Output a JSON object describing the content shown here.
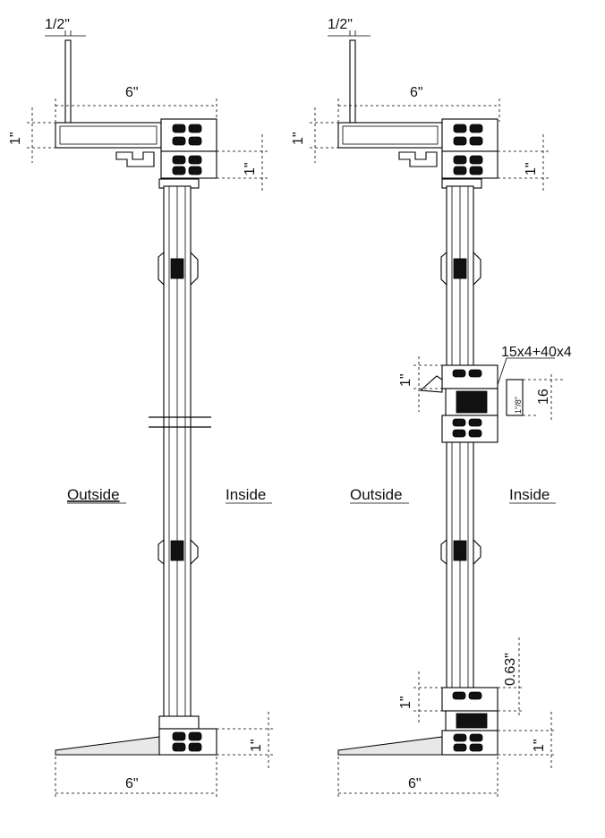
{
  "left": {
    "top_gap": "1/2\"",
    "top_width": "6\"",
    "top_height": "1\"",
    "top_rail": "1\"",
    "bottom_rail": "1\"",
    "bottom_width": "6\"",
    "outside_label": "Outside",
    "inside_label": "Inside"
  },
  "right": {
    "top_gap": "1/2\"",
    "top_width": "6\"",
    "top_height": "1\"",
    "top_rail": "1\"",
    "mid_profile": "15x4+40x4",
    "mid_height": "1\"",
    "mid_16": "16",
    "mid_small": "1\"/8\"",
    "low_height": "1\"",
    "low_offset": "0.63\"",
    "bottom_rail": "1\"",
    "bottom_width": "6\"",
    "outside_label": "Outside",
    "inside_label": "Inside"
  }
}
